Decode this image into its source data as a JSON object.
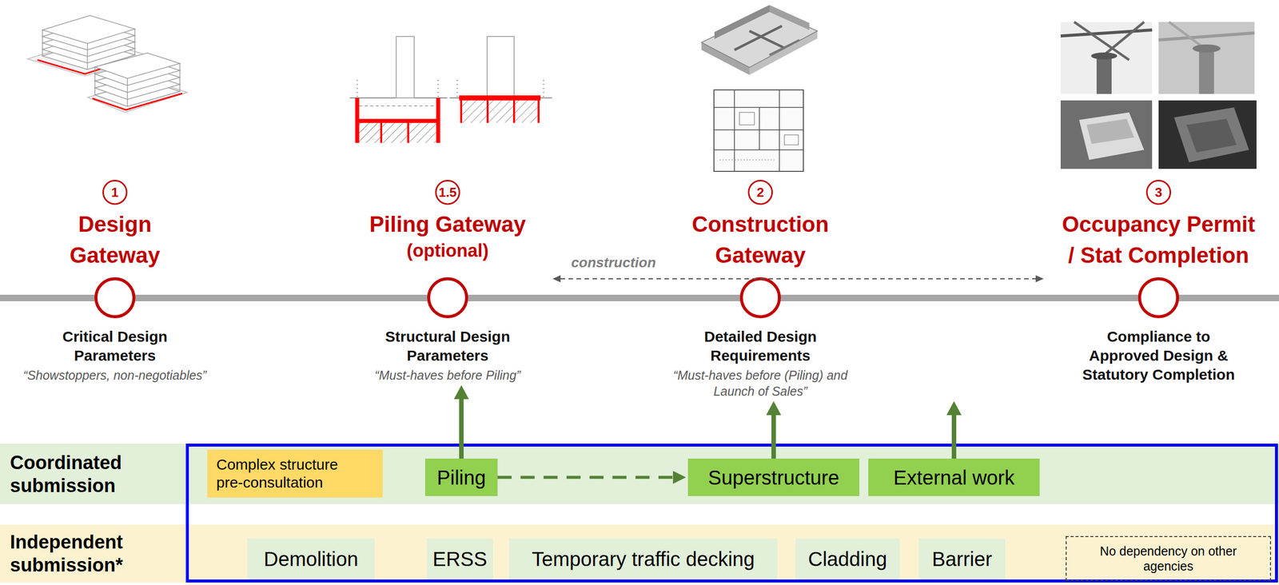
{
  "diagram": {
    "nodes": [
      {
        "text": [
          "1",
          "Design Gateway",
          "Critical Design Parameters",
          "“Showstoppers, non-negotiables”"
        ]
      },
      {
        "text": [
          "1.5",
          "Piling Gateway",
          "(optional)",
          "Structural Design Parameters",
          "“Must-haves before Piling”"
        ]
      },
      {
        "text": [
          "2",
          "Construction Gateway",
          "Detailed Design Requirements",
          "“Must-haves before (Piling) and Launch of Sales”"
        ]
      },
      {
        "text": [
          "3",
          "Occupancy Permit / Stat Completion",
          "Compliance to Approved Design & Statutory Completion"
        ]
      },
      {
        "text": [
          "Coordinated submission"
        ]
      },
      {
        "text": [
          "Complex structure pre-consultation"
        ],
        "in": 4
      },
      {
        "text": [
          "Piling"
        ],
        "in": 4
      },
      {
        "text": [
          "Superstructure"
        ],
        "in": 4
      },
      {
        "text": [
          "External work"
        ],
        "in": 4
      },
      {
        "text": [
          "Independent submission*"
        ]
      },
      {
        "text": [
          "Demolition"
        ],
        "in": 9
      },
      {
        "text": [
          "ERSS"
        ],
        "in": 9
      },
      {
        "text": [
          "Temporary traffic decking"
        ],
        "in": 9
      },
      {
        "text": [
          "Cladding"
        ],
        "in": 9
      },
      {
        "text": [
          "Barrier"
        ],
        "in": 9
      },
      {
        "text": [
          "No dependency on other agencies"
        ],
        "in": 9
      }
    ],
    "edges": [
      {
        "from": 1,
        "to": 3,
        "label": "construction",
        "arrow": "both"
      },
      {
        "from": 6,
        "to": 1,
        "arrow": "to"
      },
      {
        "from": 6,
        "to": 7,
        "arrow": "to"
      },
      {
        "from": 7,
        "to": 2,
        "arrow": "to"
      },
      {
        "from": 8,
        "to": 2,
        "arrow": "to"
      }
    ]
  }
}
